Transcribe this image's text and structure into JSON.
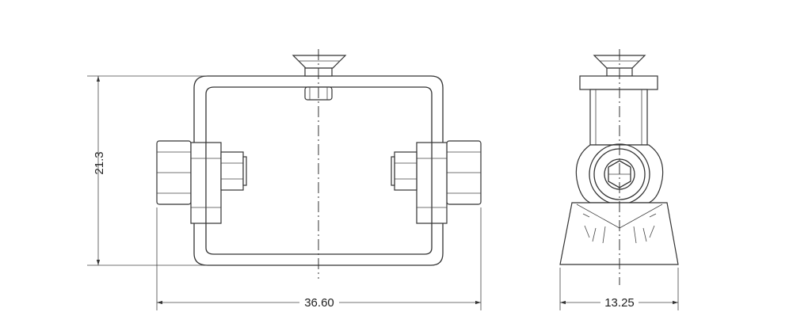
{
  "dimensions": {
    "height_label": "21.3",
    "width_label": "36.60",
    "side_width_label": "13.25"
  }
}
